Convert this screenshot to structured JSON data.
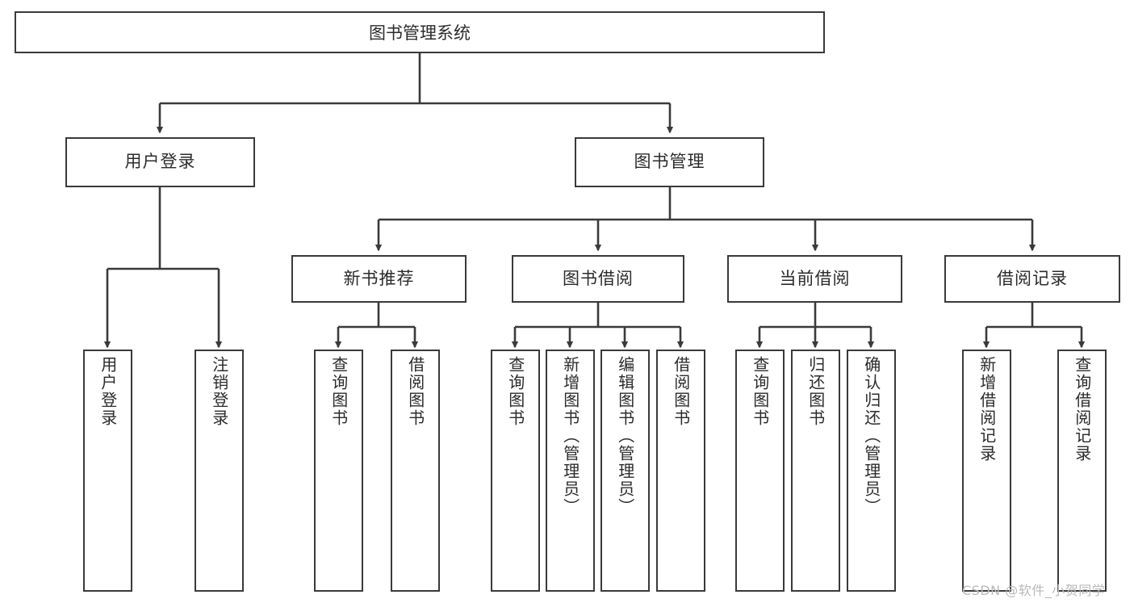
{
  "diagram": {
    "title": "图书管理系统",
    "type": "tree-hierarchy-chart",
    "orientation": "top-down",
    "colors": {
      "background": "#ffffff",
      "box_border": "#3a3a3a",
      "box_fill": "#ffffff",
      "edge": "#3a3a3a",
      "text": "#2b2b2b",
      "watermark": "#b9b9b9"
    }
  },
  "nodes": {
    "root": {
      "label": "图书管理系统"
    },
    "level2": [
      {
        "id": "user-login",
        "label": "用户登录"
      },
      {
        "id": "book-management",
        "label": "图书管理"
      }
    ],
    "level3": [
      {
        "id": "new-book-recommend",
        "label": "新书推荐"
      },
      {
        "id": "book-borrow",
        "label": "图书借阅"
      },
      {
        "id": "current-borrow",
        "label": "当前借阅"
      },
      {
        "id": "borrow-record",
        "label": "借阅记录"
      }
    ],
    "leaves": {
      "user_login": [
        {
          "id": "leaf-user-login",
          "label": "用户登录"
        },
        {
          "id": "leaf-logout-login",
          "label": "注销登录"
        }
      ],
      "new_book_recommend": [
        {
          "id": "leaf-query-book-1",
          "label": "查询图书"
        },
        {
          "id": "leaf-borrow-book-1",
          "label": "借阅图书"
        }
      ],
      "book_borrow": [
        {
          "id": "leaf-query-book-2",
          "label": "查询图书"
        },
        {
          "id": "leaf-add-book",
          "label": "新增图书（管理员）"
        },
        {
          "id": "leaf-edit-book",
          "label": "编辑图书（管理员）"
        },
        {
          "id": "leaf-borrow-book-2",
          "label": "借阅图书"
        }
      ],
      "current_borrow": [
        {
          "id": "leaf-query-book-3",
          "label": "查询图书"
        },
        {
          "id": "leaf-return-book",
          "label": "归还图书"
        },
        {
          "id": "leaf-confirm-return",
          "label": "确认归还（管理员）"
        }
      ],
      "borrow_record": [
        {
          "id": "leaf-add-record",
          "label": "新增借阅记录"
        },
        {
          "id": "leaf-query-record",
          "label": "查询借阅记录"
        }
      ]
    }
  },
  "watermark": {
    "text": "CSDN @软件_小贺同学"
  }
}
